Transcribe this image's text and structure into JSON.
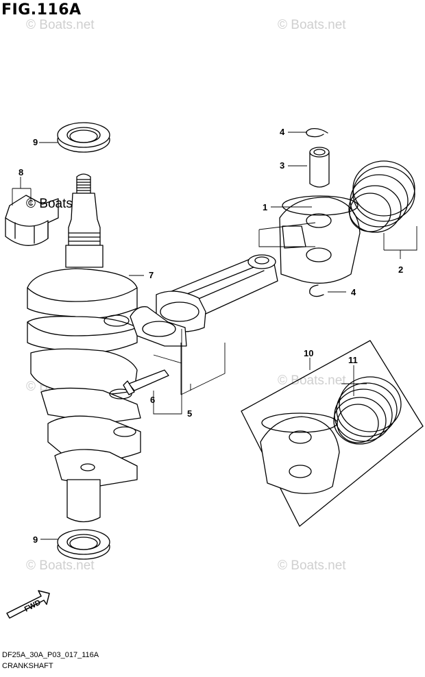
{
  "header": {
    "figure_label": "FIG.116A"
  },
  "watermark": {
    "text": "© Boats.net"
  },
  "callouts": {
    "c1": "1",
    "c2": "2",
    "c3": "3",
    "c4a": "4",
    "c4b": "4",
    "c5": "5",
    "c6": "6",
    "c7": "7",
    "c8": "8",
    "c9a": "9",
    "c9b": "9",
    "c10": "10",
    "c11": "11"
  },
  "direction_arrow": {
    "label": "FWD"
  },
  "footer": {
    "diagram_code": "DF25A_30A_P03_017_116A",
    "section_name": "CRANKSHAFT"
  }
}
